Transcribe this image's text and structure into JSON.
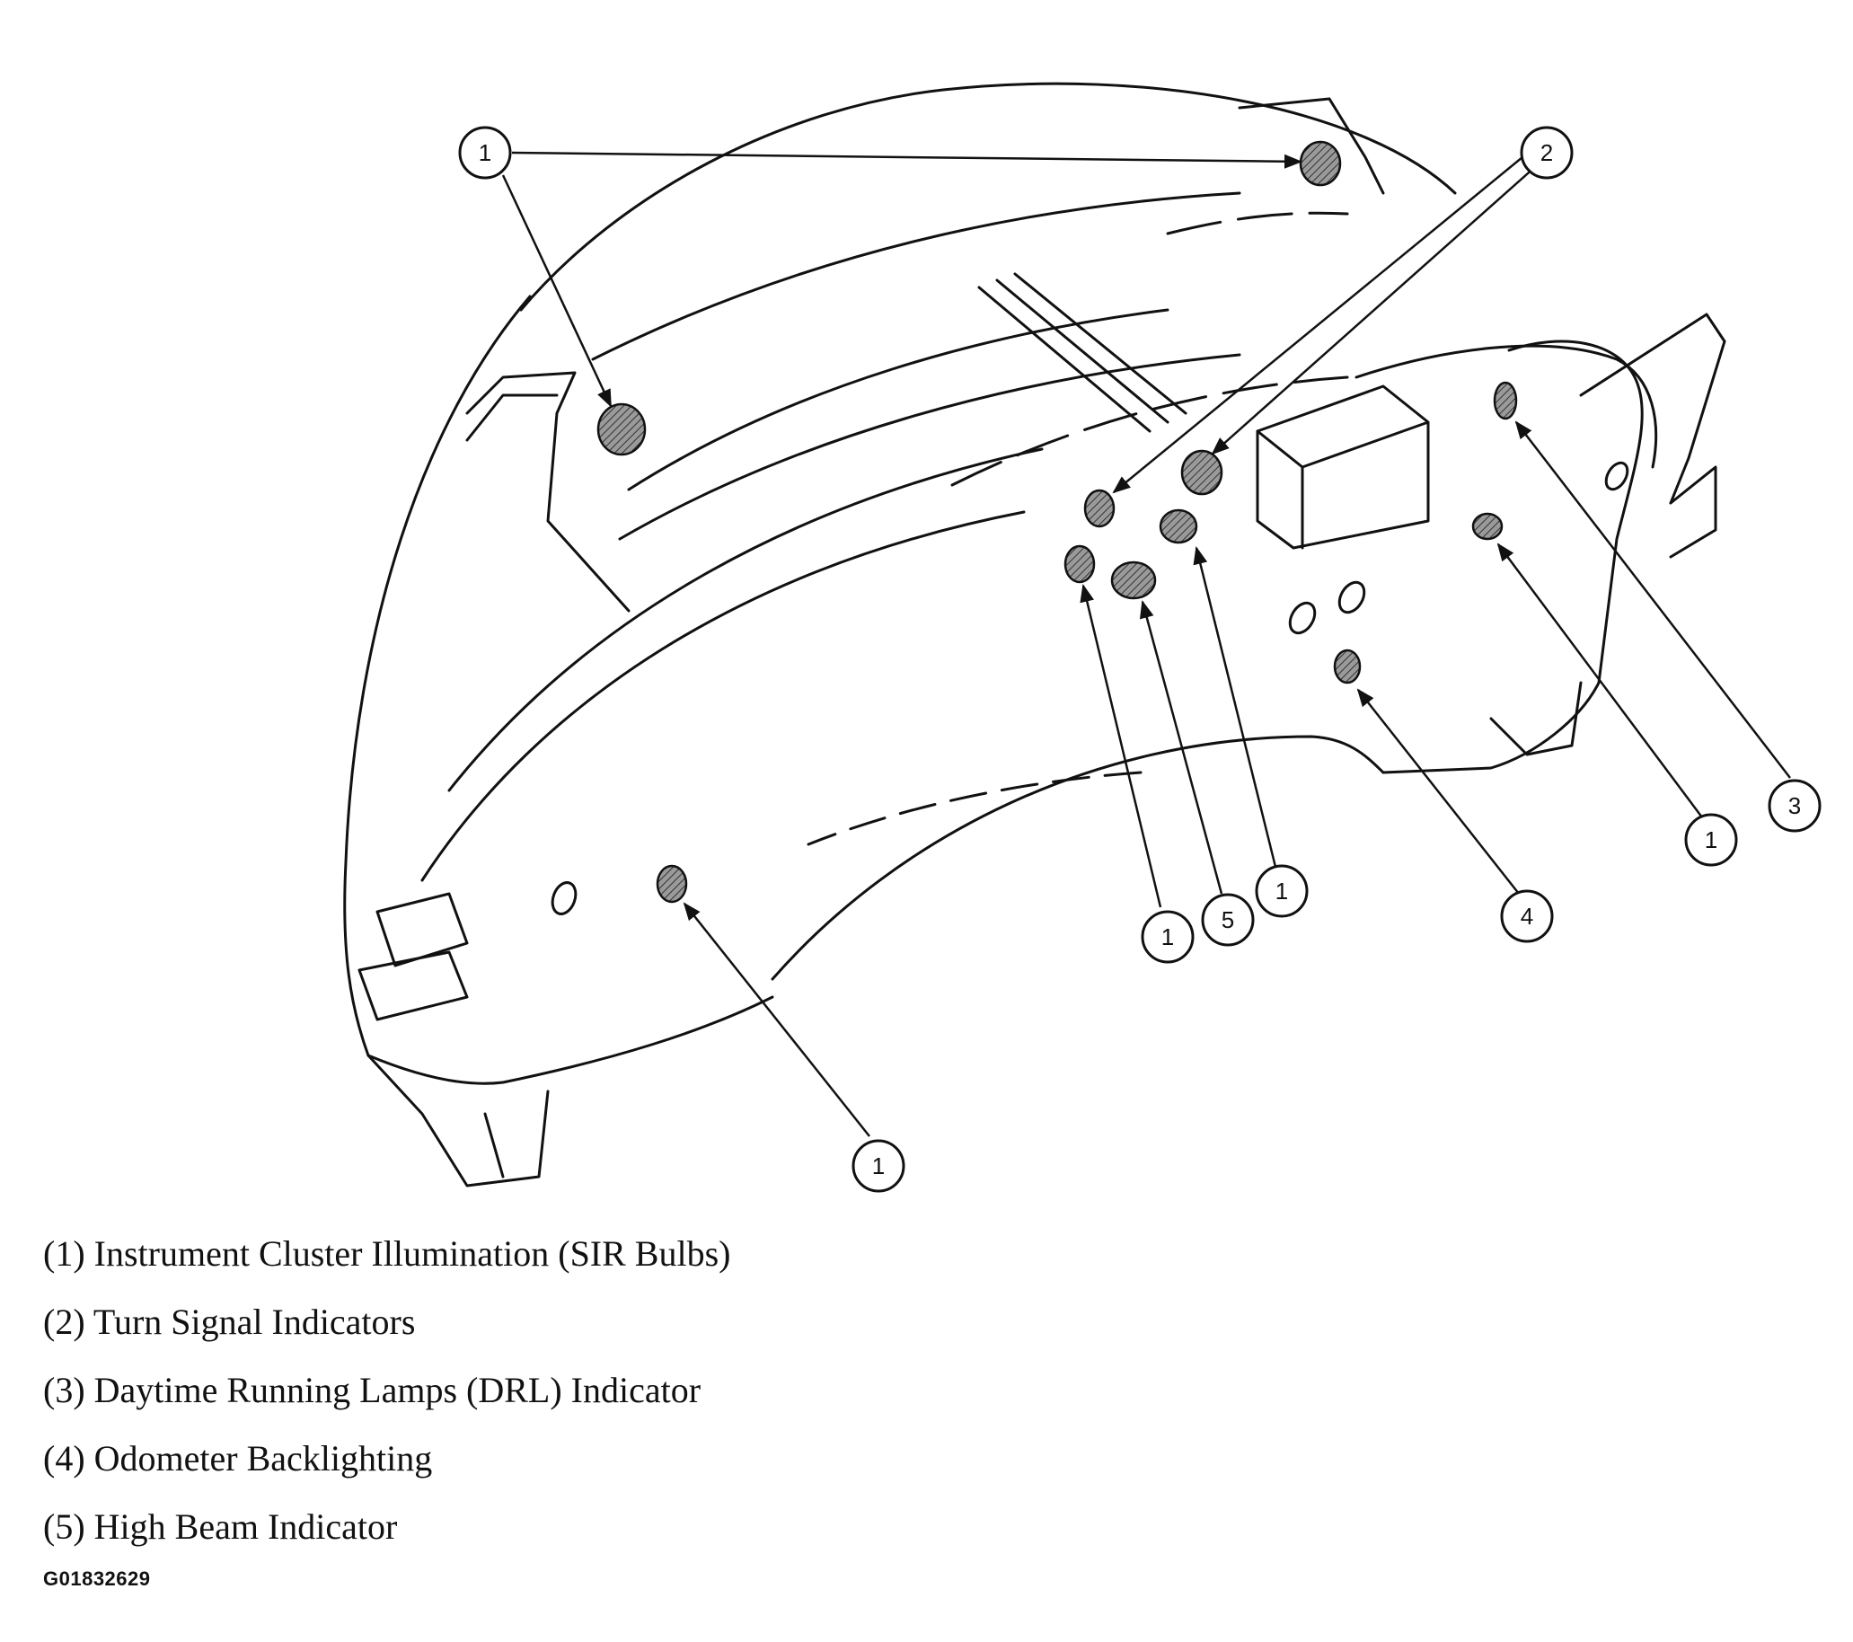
{
  "callout_labels": {
    "one": "1",
    "two": "2",
    "three": "3",
    "four": "4",
    "five": "5"
  },
  "legend": [
    {
      "text": "(1) Instrument Cluster Illumination (SIR Bulbs)"
    },
    {
      "text": "(2) Turn Signal Indicators"
    },
    {
      "text": "(3) Daytime Running Lamps (DRL) Indicator"
    },
    {
      "text": "(4) Odometer Backlighting"
    },
    {
      "text": "(5) High Beam Indicator"
    }
  ],
  "figure_code": "G01832629",
  "colors": {
    "line": "#111111",
    "bulb_fill": "#8a8a8a",
    "background": "#ffffff"
  }
}
